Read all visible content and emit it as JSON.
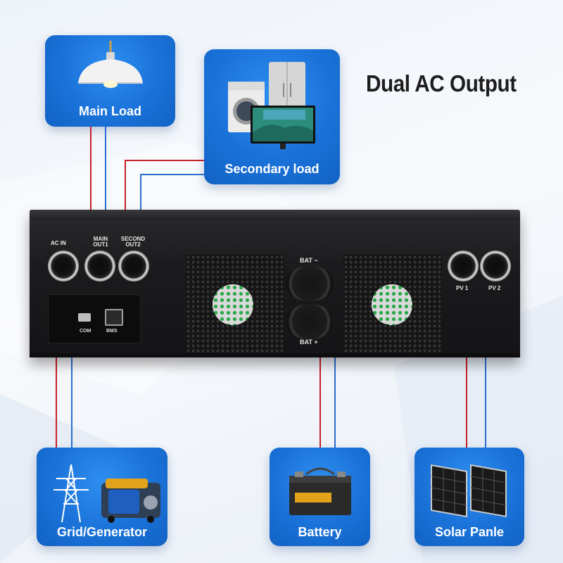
{
  "title": "Dual AC Output",
  "cards": {
    "main_load": "Main Load",
    "secondary_load": "Secondary load",
    "grid_generator": "Grid/Generator",
    "battery": "Battery",
    "solar": "Solar Panle"
  },
  "device": {
    "ports": {
      "ac_in": "AC IN",
      "main_out": "MAIN OUT1",
      "second_out": "SECOND OUT2",
      "bat_neg": "BAT −",
      "bat_pos": "BAT +",
      "pv1": "PV 1",
      "pv2": "PV 2",
      "com": "COM",
      "bms": "BMS"
    }
  },
  "colors": {
    "wire_red": "#c8202a",
    "wire_blue": "#2a6fd0",
    "card_blue": "#1a72d8"
  },
  "icons": [
    "pendant-lamp-icon",
    "appliances-icon",
    "power-tower-icon",
    "generator-icon",
    "car-battery-icon",
    "solar-panel-icon"
  ]
}
